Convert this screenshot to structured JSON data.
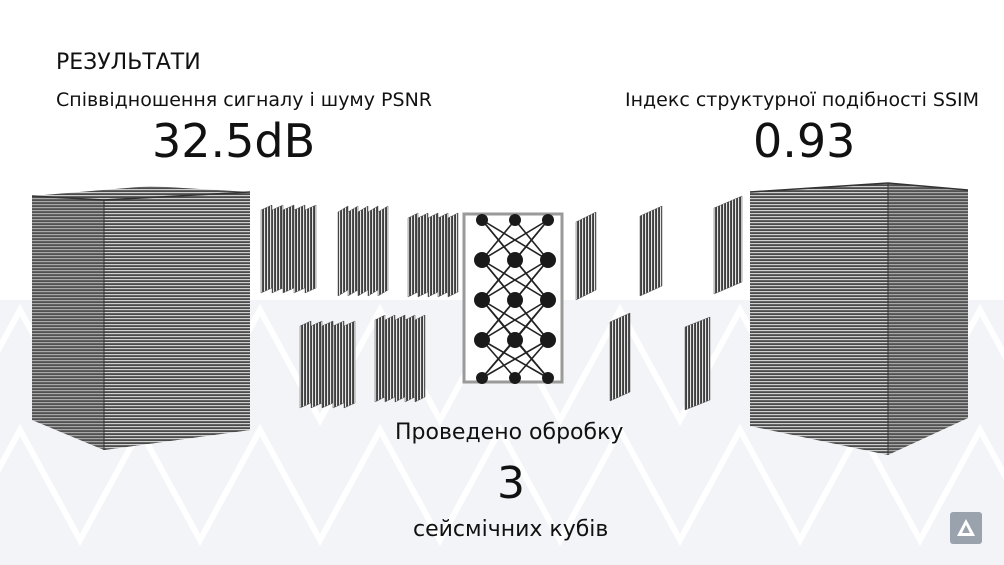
{
  "slide": {
    "title": "РЕЗУЛЬТАТИ",
    "psnr_label": "Співвідношення сигналу і шуму PSNR",
    "psnr_value": "32.5dB",
    "ssim_label": "Індекс структурної подібності SSIM",
    "ssim_value": "0.93",
    "processed_label": "Проведено обробку",
    "cube_count": "3",
    "cubes_label": "сейсмічних кубів"
  },
  "colors": {
    "background_pattern": "#eef1f5",
    "cube_front": "#6b6b6b",
    "cube_side": "#5a5a5a",
    "network_node": "#1a1a1a",
    "logo_square": "#9aa3ad"
  },
  "icons": [
    "seismic-cube-icon",
    "neural-network-icon",
    "logo-icon"
  ]
}
